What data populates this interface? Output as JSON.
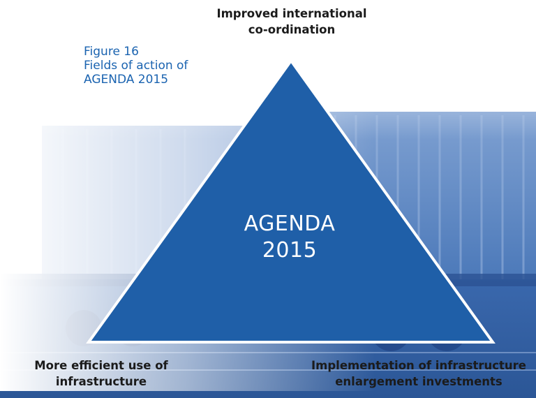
{
  "figure": {
    "caption_lines": [
      "Figure 16",
      "Fields of action of",
      "AGENDA 2015"
    ]
  },
  "diagram": {
    "center_lines": [
      "AGENDA",
      "2015"
    ],
    "top_lines": [
      "Improved international",
      "co-ordination"
    ],
    "bottom_left_lines": [
      "More efficient use of",
      "infrastructure"
    ],
    "bottom_right_lines": [
      "Implementation of infrastructure",
      "enlargement investments"
    ]
  },
  "colors": {
    "accent": "#1a63b0",
    "triangle_fill": "#1f5fa8",
    "triangle_stroke": "#ffffff",
    "photo_tint": "#3c6fb5"
  }
}
